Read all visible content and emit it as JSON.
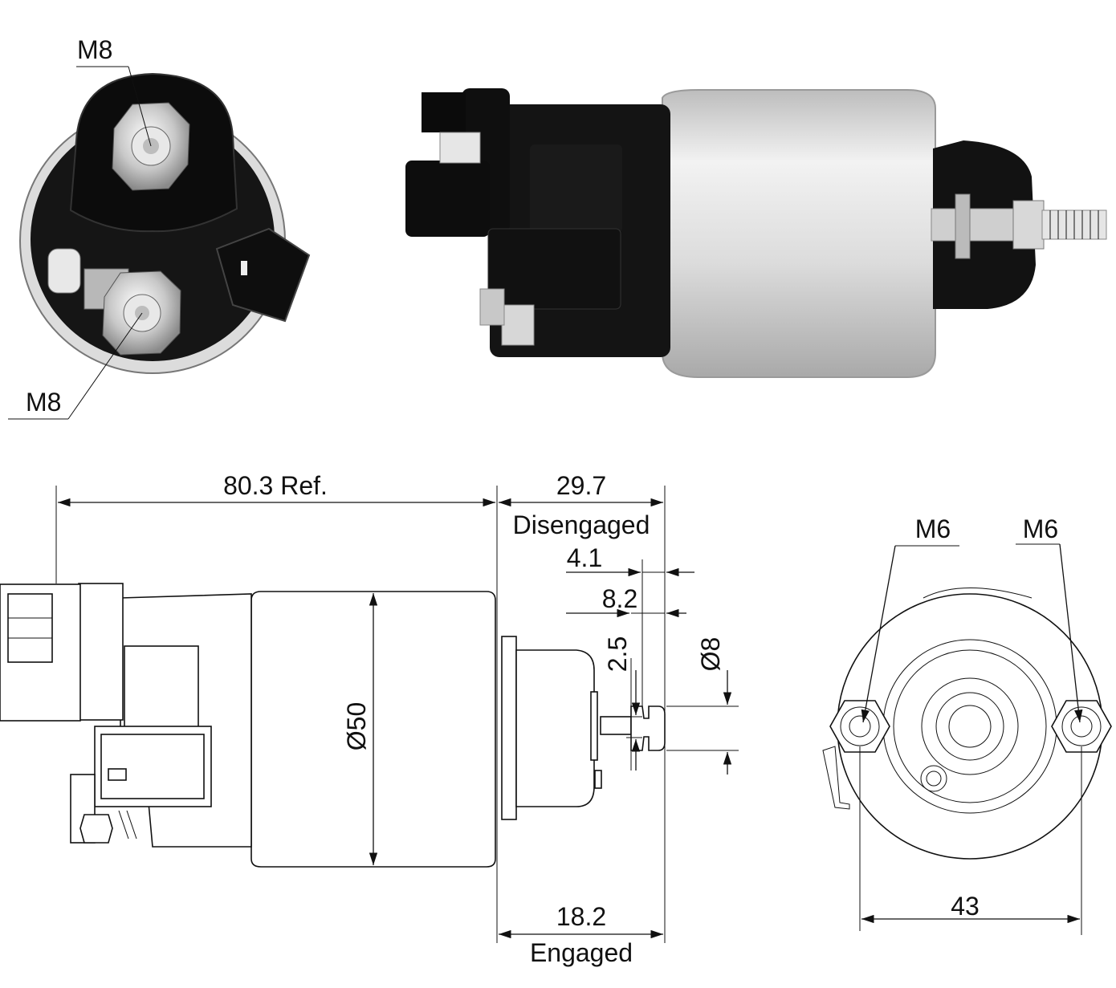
{
  "photos": {
    "end_view": {
      "terminal_top_label": "M8",
      "terminal_bottom_label": "M8"
    },
    "side_view": {}
  },
  "side_drawing": {
    "overall_length": "80.3 Ref.",
    "disengaged_stroke": "29.7",
    "disengaged_caption": "Disengaged",
    "dim_a": "4.1",
    "dim_b": "8.2",
    "dim_c": "2.5",
    "shaft_diameter": "Ø8",
    "body_diameter": "Ø50",
    "engaged_stroke": "18.2",
    "engaged_caption": "Engaged"
  },
  "end_drawing": {
    "thread_left": "M6",
    "thread_right": "M6",
    "hole_spacing": "43"
  },
  "colors": {
    "ink": "#111111",
    "paper": "#ffffff",
    "housing_black": "#121212",
    "can_silver": "#d9d9d9"
  }
}
